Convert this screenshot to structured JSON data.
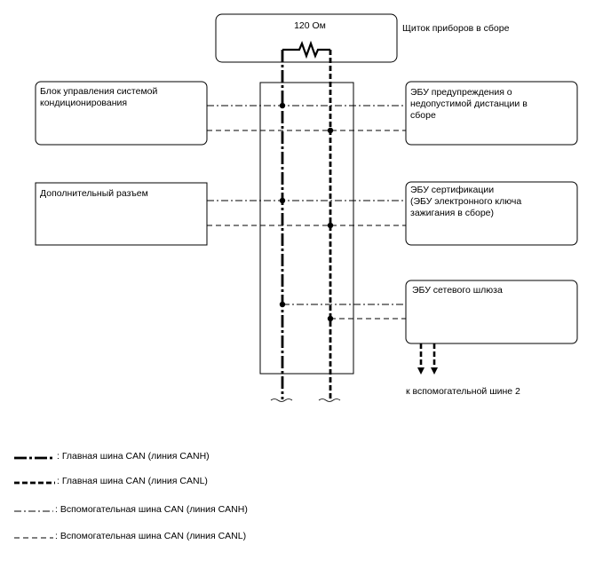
{
  "resistor": {
    "label": "120 Ом"
  },
  "nodes": {
    "combination_meter": "Щиток приборов в сборе",
    "ac_ecu": [
      "Блок управления системой",
      "кондиционирования"
    ],
    "aux_connector": "Дополнительный разъем",
    "clearance_warning_ecu": [
      "ЭБУ предупреждения о",
      "недопустимой дистанции в",
      "сборе"
    ],
    "certification_ecu": [
      "ЭБУ сертификации",
      "(ЭБУ электронного ключа",
      "зажигания в сборе)"
    ],
    "gateway_ecu": "ЭБУ сетевого шлюза"
  },
  "to_sub_bus": "к вспомогательной шине 2",
  "legend": [
    {
      "key": "main_canh",
      "label": ": Главная шина CAN (линия CANH)"
    },
    {
      "key": "main_canl",
      "label": ": Главная шина CAN (линия CANL)"
    },
    {
      "key": "sub_canh",
      "label": ": Вспомогательная шина CAN (линия CANH)"
    },
    {
      "key": "sub_canl",
      "label": ": Вспомогательная шина CAN (линия CANL)"
    }
  ]
}
